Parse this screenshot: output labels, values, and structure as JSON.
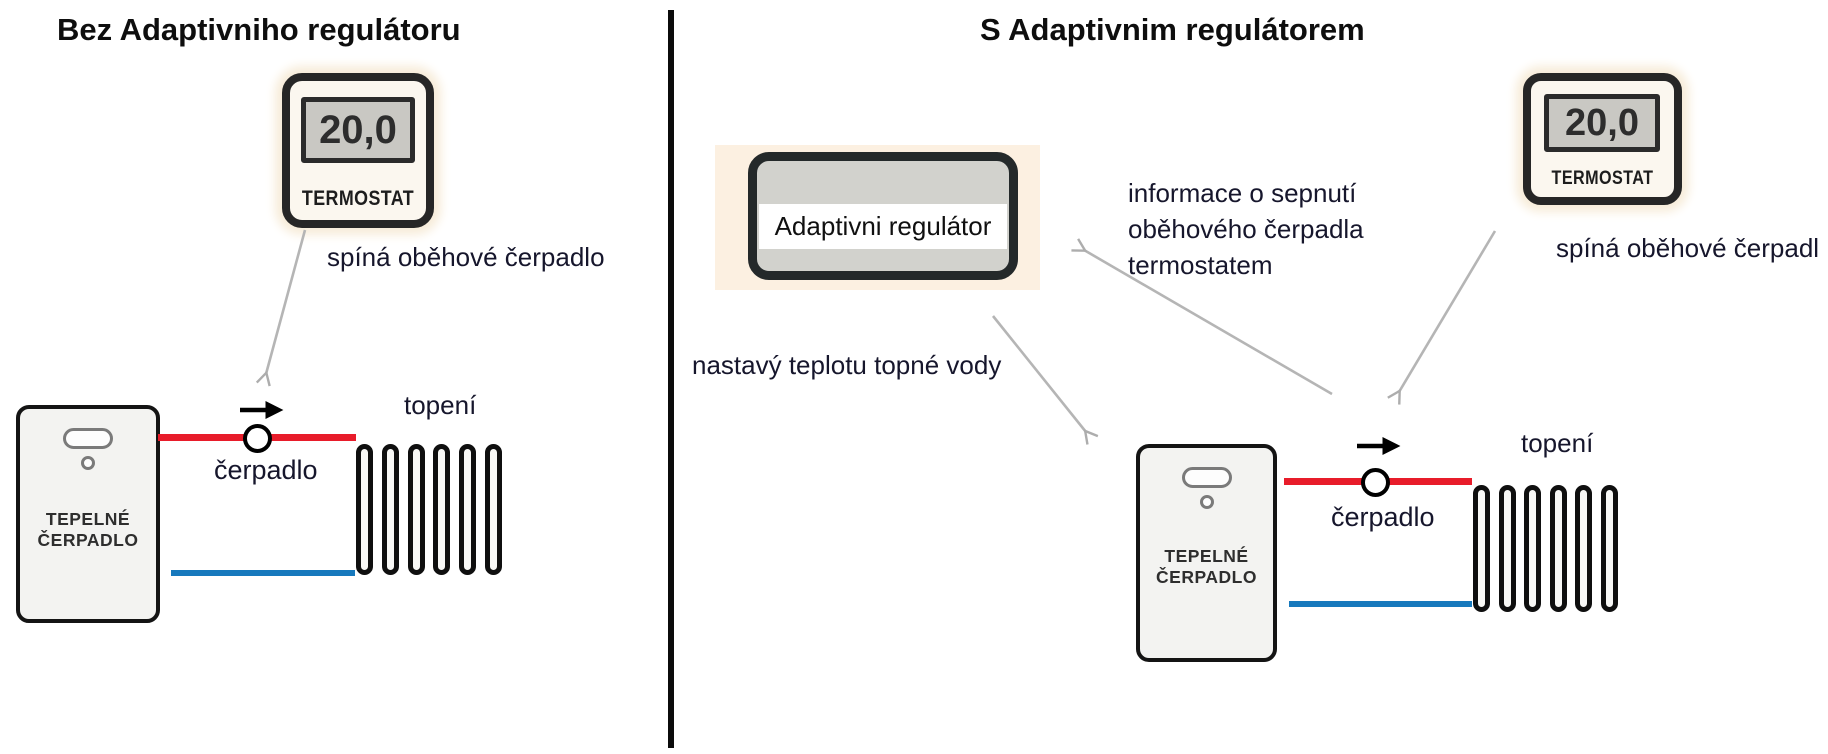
{
  "left": {
    "title": "Bez Adaptivniho regulátoru",
    "thermostat": {
      "display_value": "20,0",
      "label": "TERMOSTAT"
    },
    "switch_note": "spíná oběhové čerpadlo",
    "heat_pump": {
      "line1": "TEPELNÉ",
      "line2": "ČERPADLO"
    },
    "pump_label": "čerpadlo",
    "radiator_label": "topení"
  },
  "right": {
    "title": "S Adaptivnim regulátorem",
    "regulator_label": "Adaptivni regulátor",
    "info_lines": [
      "informace o sepnutí",
      "oběhového čerpadla",
      "termostatem"
    ],
    "set_temp_note": "nastavý teplotu topné vody",
    "thermostat": {
      "display_value": "20,0",
      "label": "TERMOSTAT"
    },
    "switch_note": "spíná oběhové čerpadl",
    "heat_pump": {
      "line1": "TEPELNÉ",
      "line2": "ČERPADLO"
    },
    "pump_label": "čerpadlo",
    "radiator_label": "topení"
  },
  "colors": {
    "supply_pipe": "#e81c2a",
    "return_pipe": "#1779bd",
    "annotation_arrow": "#b5b5b5",
    "flow_arrow": "#000000",
    "regulator_fill": "#d2d2cd",
    "thermostat_lcd": "#c9c8c3",
    "scan_cream": "#fcf0e1"
  }
}
